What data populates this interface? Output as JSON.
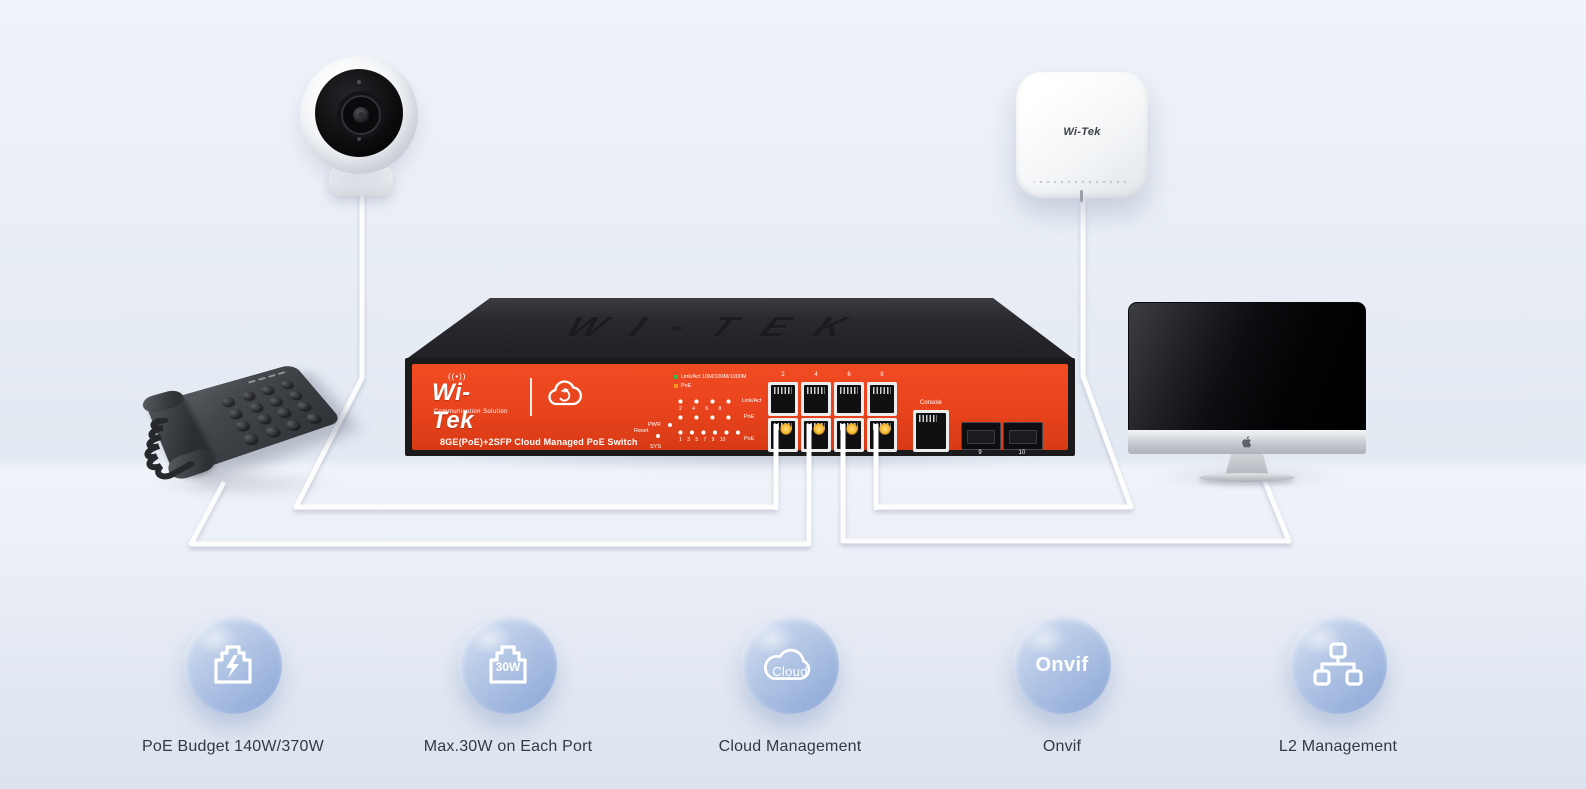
{
  "scene": {
    "background_top": "#EFF3F9",
    "background_bottom": "#DCE3EF",
    "cable_color": "#FFFFFF"
  },
  "switch": {
    "top_embossed_text": "WI-TEK",
    "faceplate_color": "#E8431D",
    "brand": {
      "antenna_mark": "((•))",
      "name": "Wi-Tek",
      "tagline": "Communication Solution"
    },
    "model_label": "8GE(PoE)+2SFP Cloud Managed PoE Switch",
    "led_panel": {
      "legend_link": "Link/Act 10M/100M/1000M",
      "legend_poe": "PoE",
      "legend_link_color": "#3DB54A",
      "legend_poe_color": "#F79420",
      "row1_numbers": "2 4 6 8",
      "row1_label": "Link/Act",
      "row2_label": "PoE",
      "pwr_label": "PWR",
      "reset_label": "Reset",
      "row3_numbers": "1 3 5 7 9 10",
      "sys_label": "SYS",
      "row4_label": "PoE"
    },
    "ports": {
      "top_row_numbers": [
        "2",
        "4",
        "6",
        "8"
      ],
      "console_label": "Console",
      "sfp_labels": [
        "9",
        "10"
      ]
    }
  },
  "access_point": {
    "brand": "Wi-Tek"
  },
  "features": [
    {
      "label": "PoE Budget 140W/370W",
      "icon": "poe-budget-plug-bolt-icon",
      "icon_text": ""
    },
    {
      "label": "Max.30W on Each Port",
      "icon": "plug-30w-icon",
      "icon_text": "30W"
    },
    {
      "label": "Cloud Management",
      "icon": "cloud-icon",
      "icon_text": "Cloud"
    },
    {
      "label": "Onvif",
      "icon": "onvif-text-icon",
      "icon_text": "Onvif"
    },
    {
      "label": "L2 Management",
      "icon": "l2-topology-icon",
      "icon_text": ""
    }
  ]
}
